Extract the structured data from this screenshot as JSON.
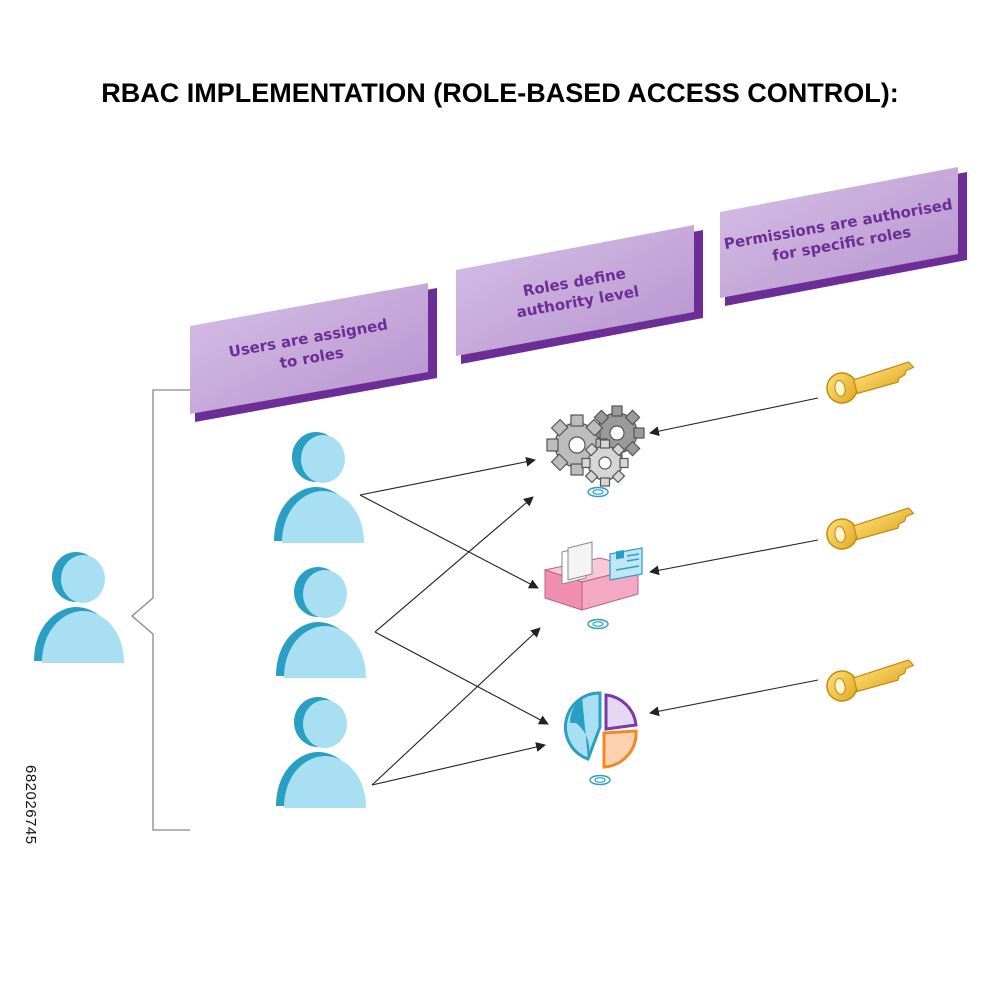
{
  "title": "RBAC IMPLEMENTATION (ROLE-BASED ACCESS CONTROL):",
  "stock_id": "682026745",
  "panels": [
    {
      "line1": "Users are assigned",
      "line2": "to roles"
    },
    {
      "line1": "Roles define",
      "line2": "authority level"
    },
    {
      "line1": "Permissions are authorised",
      "line2": "for specific roles"
    }
  ],
  "colors": {
    "panel_face": "#c4a6d8",
    "panel_edge": "#6c2d96",
    "person_light": "#a9dff2",
    "person_dark": "#2a9fc4",
    "key": "#f2c230",
    "arrow": "#222222",
    "title": "#000000"
  },
  "icons": {
    "users": [
      "user-icon",
      "user-icon",
      "user-icon"
    ],
    "group": "user-icon",
    "roles": [
      "gears-icon",
      "inbox-tray-icon",
      "pie-chart-icon"
    ],
    "permissions": [
      "key-icon",
      "key-icon",
      "key-icon"
    ]
  }
}
